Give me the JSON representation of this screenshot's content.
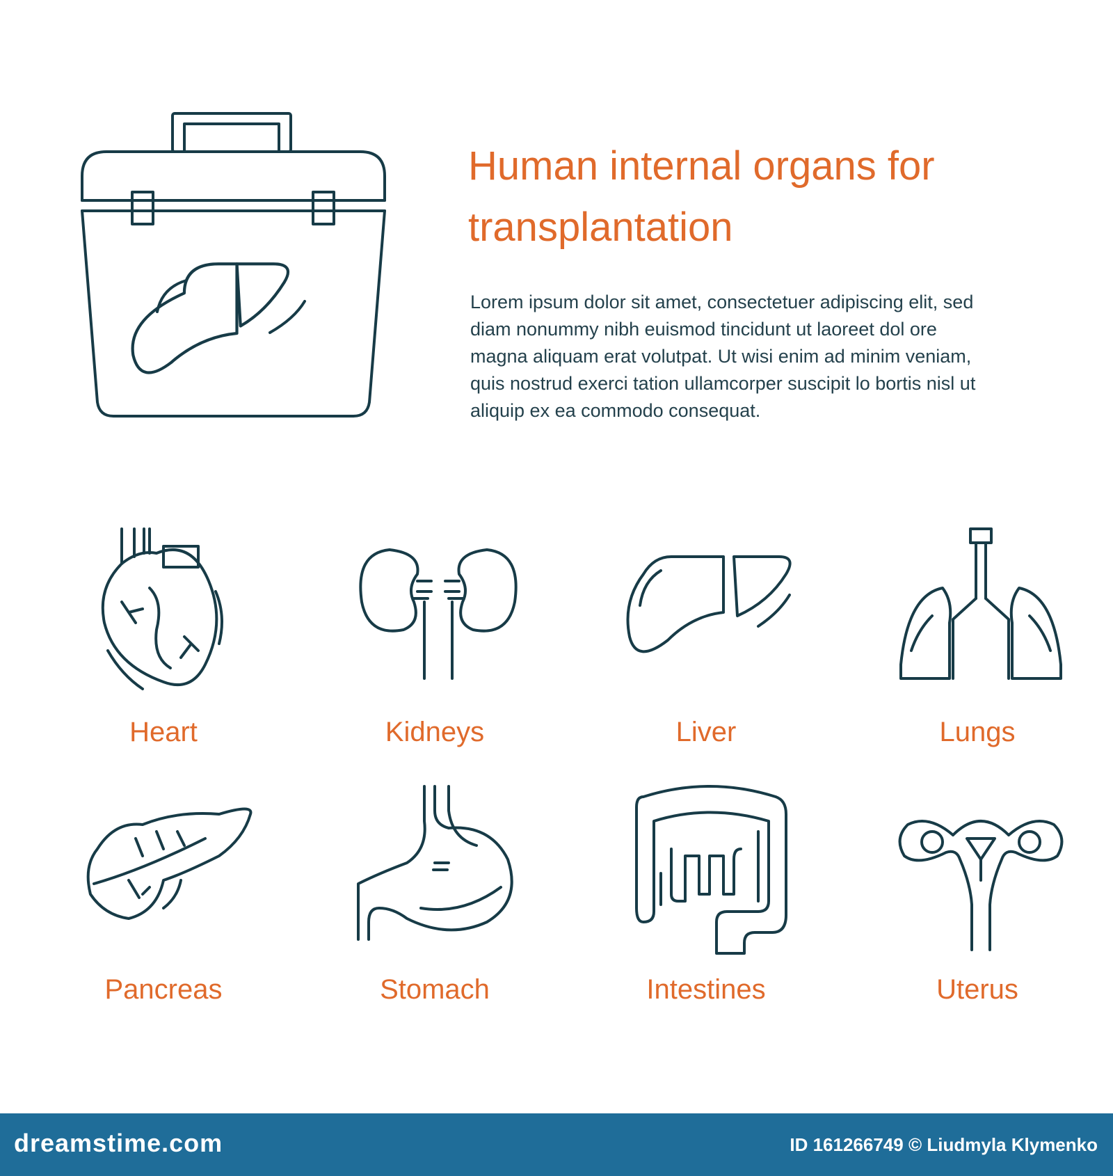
{
  "title": "Human internal organs for transplantation",
  "description": "Lorem ipsum dolor sit amet, consectetuer adipiscing elit, sed diam nonummy nibh euismod tincidunt ut laoreet dol ore magna aliquam erat volutpat. Ut wisi enim ad minim veniam, quis nostrud exerci tation ullamcorper suscipit lo bortis nisl ut aliquip ex ea commodo consequat.",
  "hero_icon": "organ-transport-box-icon",
  "organs": [
    {
      "label": "Heart",
      "icon": "heart-icon"
    },
    {
      "label": "Kidneys",
      "icon": "kidneys-icon"
    },
    {
      "label": "Liver",
      "icon": "liver-icon"
    },
    {
      "label": "Lungs",
      "icon": "lungs-icon"
    },
    {
      "label": "Pancreas",
      "icon": "pancreas-icon"
    },
    {
      "label": "Stomach",
      "icon": "stomach-icon"
    },
    {
      "label": "Intestines",
      "icon": "intestines-icon"
    },
    {
      "label": "Uterus",
      "icon": "uterus-icon"
    }
  ],
  "footer": {
    "brand": "dreamstime.com",
    "id_text": "ID 161266749",
    "copyright_symbol": "©",
    "author": "Liudmyla Klymenko"
  },
  "colors": {
    "accent": "#e06a2b",
    "line": "#173b47",
    "footer": "#1f6d99"
  }
}
